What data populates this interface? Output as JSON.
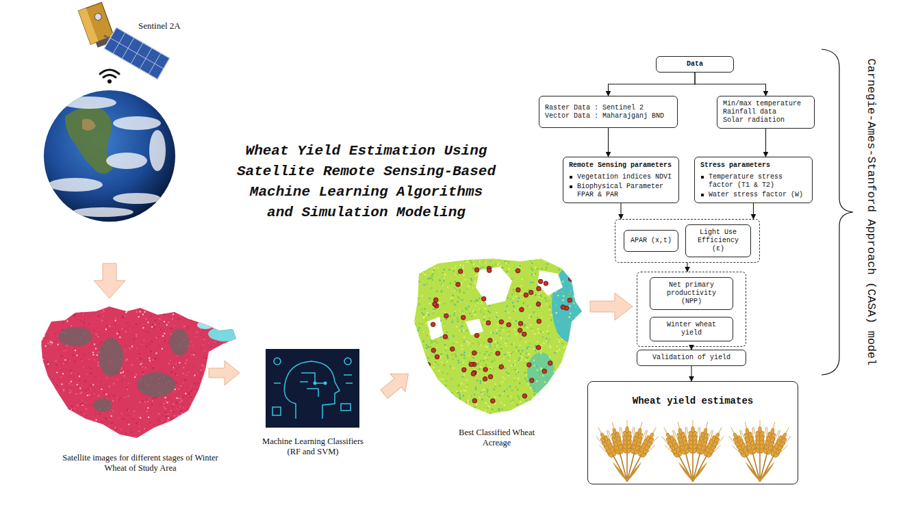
{
  "diagram": {
    "title": "Wheat Yield Estimation Using Satellite Remote Sensing-Based Machine Learning Algorithms and Simulation Modeling",
    "nodes": [
      {
        "text": [
          "Data"
        ]
      },
      {
        "text": [
          "Raster Data : Sentinel 2",
          "Vector Data : Maharajganj BND"
        ]
      },
      {
        "text": [
          "Min/max temperature",
          "Rainfall data",
          "Solar radiation"
        ]
      },
      {
        "text": [
          "Remote Sensing parameters",
          "Vegetation indices NDVI",
          "Biophysical Parameter FPAR & PAR"
        ]
      },
      {
        "text": [
          "Stress parameters",
          "Temperature stress factor (T1 & T2)",
          "Water stress factor (W)"
        ]
      },
      {
        "text": []
      },
      {
        "text": [
          "APAR (x,t)"
        ],
        "in": 5
      },
      {
        "text": [
          "Light Use Efficiency (ε)"
        ],
        "in": 5
      },
      {
        "text": []
      },
      {
        "text": [
          "Net primary productivity (NPP)"
        ],
        "in": 8
      },
      {
        "text": [
          "Winter wheat yield"
        ],
        "in": 8
      },
      {
        "text": [
          "Validation of yield"
        ]
      },
      {
        "text": [
          "Wheat yield estimates"
        ]
      }
    ],
    "edges": [
      {
        "from": 0,
        "to": 1,
        "arrow": "to"
      },
      {
        "from": 0,
        "to": 2,
        "arrow": "to"
      },
      {
        "from": 1,
        "to": 3,
        "arrow": "to"
      },
      {
        "from": 2,
        "to": 4,
        "arrow": "to"
      },
      {
        "from": 3,
        "to": 5,
        "arrow": "to"
      },
      {
        "from": 4,
        "to": 5,
        "arrow": "to"
      },
      {
        "from": 5,
        "to": 8,
        "arrow": "to"
      },
      {
        "from": 8,
        "to": 11,
        "arrow": "to"
      },
      {
        "from": 11,
        "to": 12,
        "arrow": "to"
      }
    ],
    "labels": [
      "Sentinel 2A",
      "Satellite images for different stages of Winter Wheat of Study Area",
      "Machine Learning Classifiers (RF and SVM)",
      "Best Classified Wheat Acreage",
      "Carnegie-Ames-Stanford Approach (CASA) model"
    ]
  }
}
